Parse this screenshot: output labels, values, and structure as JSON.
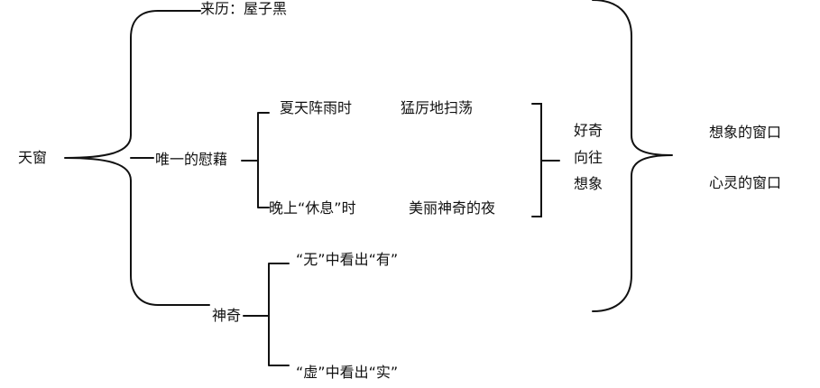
{
  "diagram": {
    "root": "天窗",
    "origin": "来历：屋子黑",
    "comfort": {
      "label": "唯一的慰藉",
      "summer": "夏天阵雨时",
      "summer_scene": "猛厉地扫荡",
      "evening": "晚上“休息”时",
      "evening_scene": "美丽神奇的夜"
    },
    "magic": {
      "label": "神奇",
      "item1": "“无”中看出“有”",
      "item2": "“虚”中看出“实”"
    },
    "feelings": [
      "好奇",
      "向往",
      "想象"
    ],
    "windows": {
      "imagination": "想象的窗口",
      "soul": "心灵的窗口"
    }
  }
}
